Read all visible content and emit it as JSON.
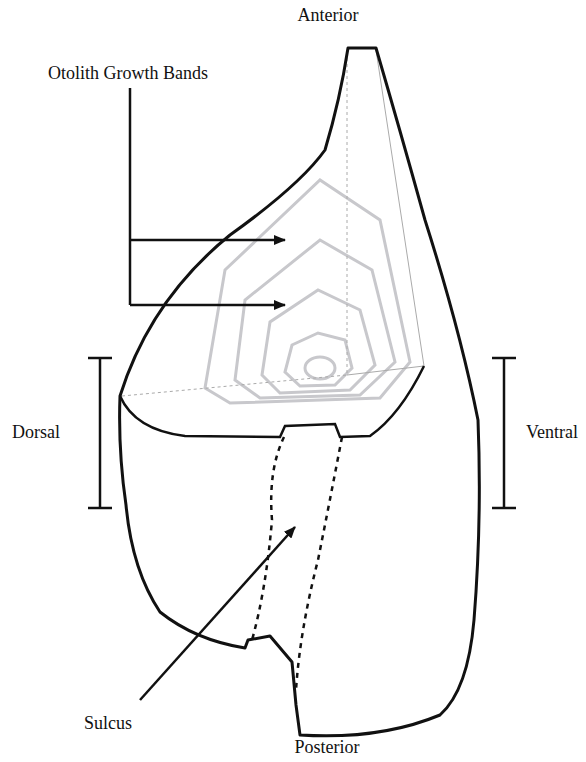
{
  "diagram": {
    "labels": [
      "Anterior",
      "Otolith Growth Bands",
      "Dorsal",
      "Ventral",
      "Sulcus",
      "Posterior"
    ]
  }
}
